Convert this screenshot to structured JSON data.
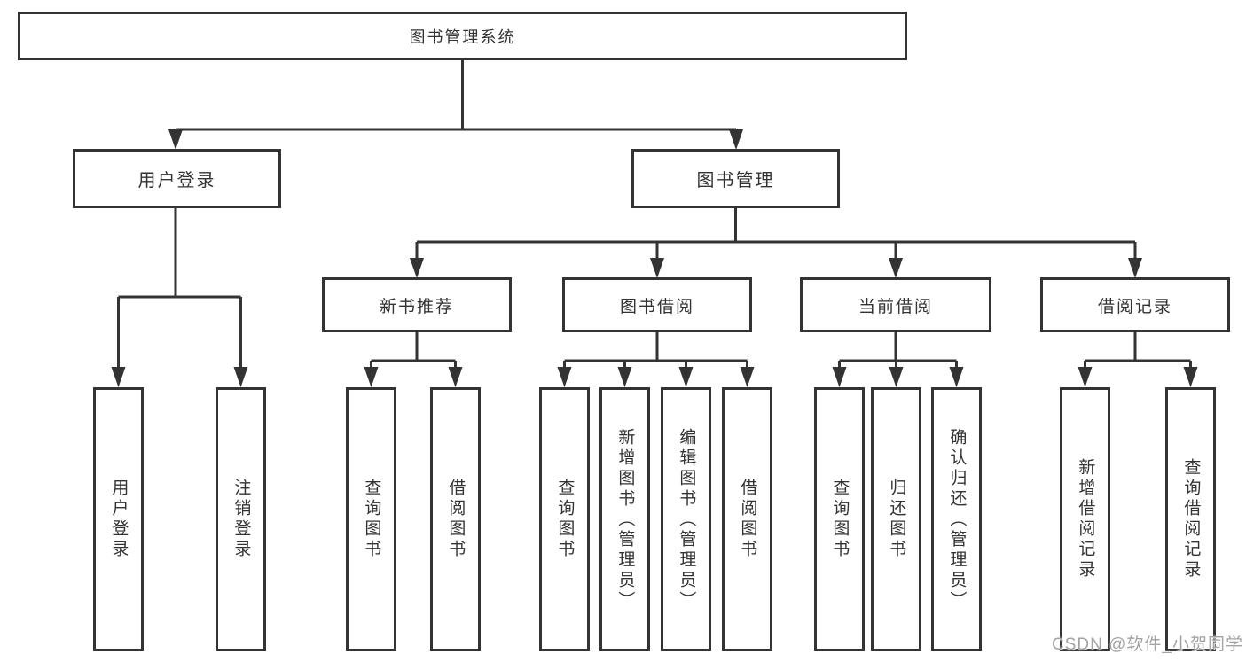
{
  "diagram": {
    "root": {
      "label": "图书管理系统"
    },
    "level2": [
      {
        "id": "user-login",
        "label": "用户登录"
      },
      {
        "id": "book-management",
        "label": "图书管理"
      }
    ],
    "level3": [
      {
        "id": "new-book-recommend",
        "label": "新书推荐"
      },
      {
        "id": "book-borrow",
        "label": "图书借阅"
      },
      {
        "id": "current-borrow",
        "label": "当前借阅"
      },
      {
        "id": "borrow-records",
        "label": "借阅记录"
      }
    ],
    "leaves": {
      "user_login": [
        "用户登录",
        "注销登录"
      ],
      "new_book_recommend": [
        "查询图书",
        "借阅图书"
      ],
      "book_borrow": [
        "查询图书",
        "新增图书（管理员）",
        "编辑图书（管理员）",
        "借阅图书"
      ],
      "current_borrow": [
        "查询图书",
        "归还图书",
        "确认归还（管理员）"
      ],
      "borrow_records": [
        "新增借阅记录",
        "查询借阅记录"
      ]
    },
    "watermark": "CSDN @软件_小贺同学",
    "colors": {
      "line": "#333333",
      "box_border": "#333333",
      "box_background": "#ffffff",
      "text": "#333333",
      "background": "#ffffff",
      "watermark": "#a3a3a3"
    }
  }
}
